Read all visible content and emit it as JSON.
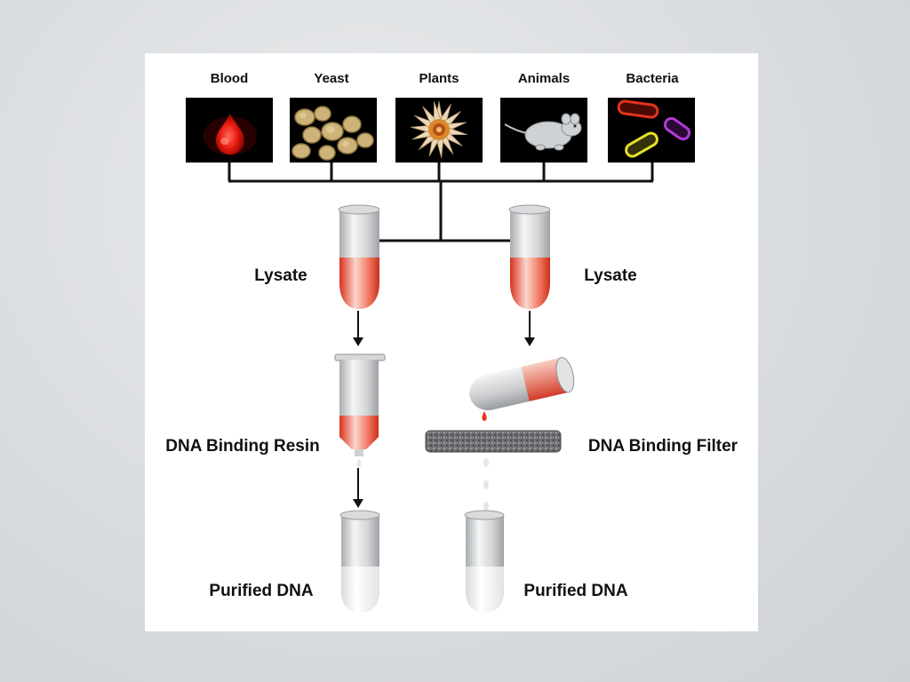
{
  "sources": {
    "blood": "Blood",
    "yeast": "Yeast",
    "plants": "Plants",
    "animals": "Animals",
    "bacteria": "Bacteria"
  },
  "left": {
    "lysate": "Lysate",
    "binding": "DNA Binding Resin",
    "purified": "Purified DNA"
  },
  "right": {
    "lysate": "Lysate",
    "binding": "DNA Binding Filter",
    "purified": "Purified DNA"
  },
  "colors": {
    "sample_red": "#e8361f",
    "tube_gray": "#c9cbcd",
    "line": "#111111",
    "background": "#ffffff"
  }
}
